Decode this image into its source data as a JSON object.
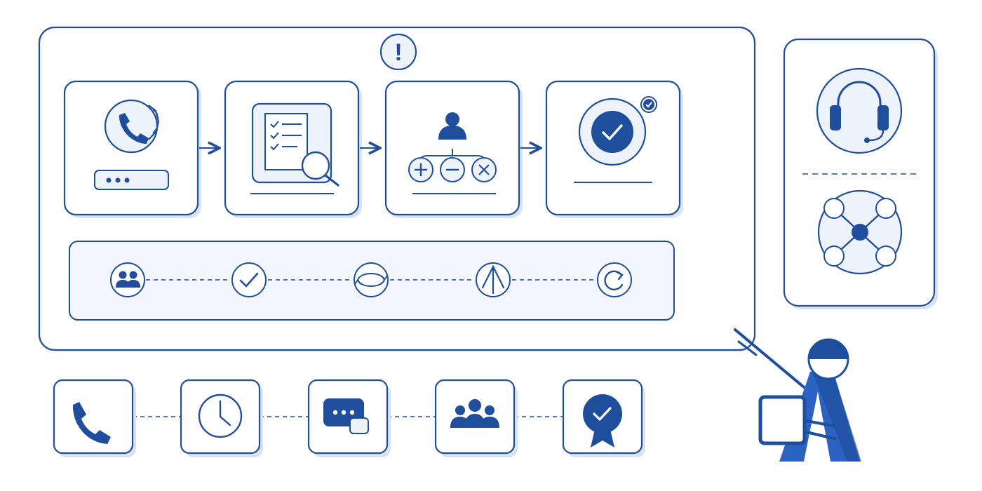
{
  "colors": {
    "primary": "#1e4e9c",
    "fill": "#eef3fb",
    "shadow": "#d9e3f2",
    "background": "#ffffff",
    "figure_blue": "#2c63c2"
  },
  "alert_badge": {
    "icon": "exclamation-icon",
    "text": "!"
  },
  "process_steps": [
    {
      "name": "phone-contact",
      "icon": "phone-speech-bubble-icon",
      "field_text": "•••"
    },
    {
      "name": "checklist-review",
      "icon": "checklist-magnifier-icon"
    },
    {
      "name": "decision-options",
      "icon": "person-plus-minus-times-icon"
    },
    {
      "name": "resolution",
      "icon": "check-circle-icon"
    }
  ],
  "timeline": [
    {
      "icon": "group-icon"
    },
    {
      "icon": "checkmark-icon"
    },
    {
      "icon": "loop-icon"
    },
    {
      "icon": "arrow-up-icon"
    },
    {
      "icon": "refresh-icon"
    }
  ],
  "side_panel": {
    "top_icon": "headset-icon",
    "bottom_icon": "network-hub-icon"
  },
  "bottom_row": [
    {
      "icon": "phone-icon"
    },
    {
      "icon": "clock-icon"
    },
    {
      "icon": "chat-icon"
    },
    {
      "icon": "team-icon"
    },
    {
      "icon": "badge-check-icon"
    }
  ],
  "figure": {
    "icon": "presenter-figure-icon"
  }
}
